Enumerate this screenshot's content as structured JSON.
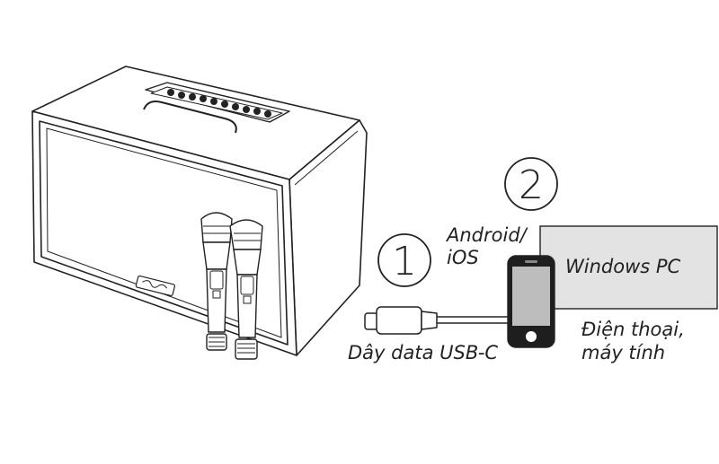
{
  "steps": {
    "step1": {
      "number": "1"
    },
    "step2": {
      "number": "2"
    }
  },
  "labels": {
    "os": "Android/\niOS",
    "windows_pc": "Windows PC",
    "cable": "Dây data USB-C",
    "device": "Điện thoại,\nmáy tính"
  },
  "colors": {
    "line": "#222222",
    "pc_panel_fill": "#e3e3e3",
    "phone_screen": "#bdbdbd"
  }
}
